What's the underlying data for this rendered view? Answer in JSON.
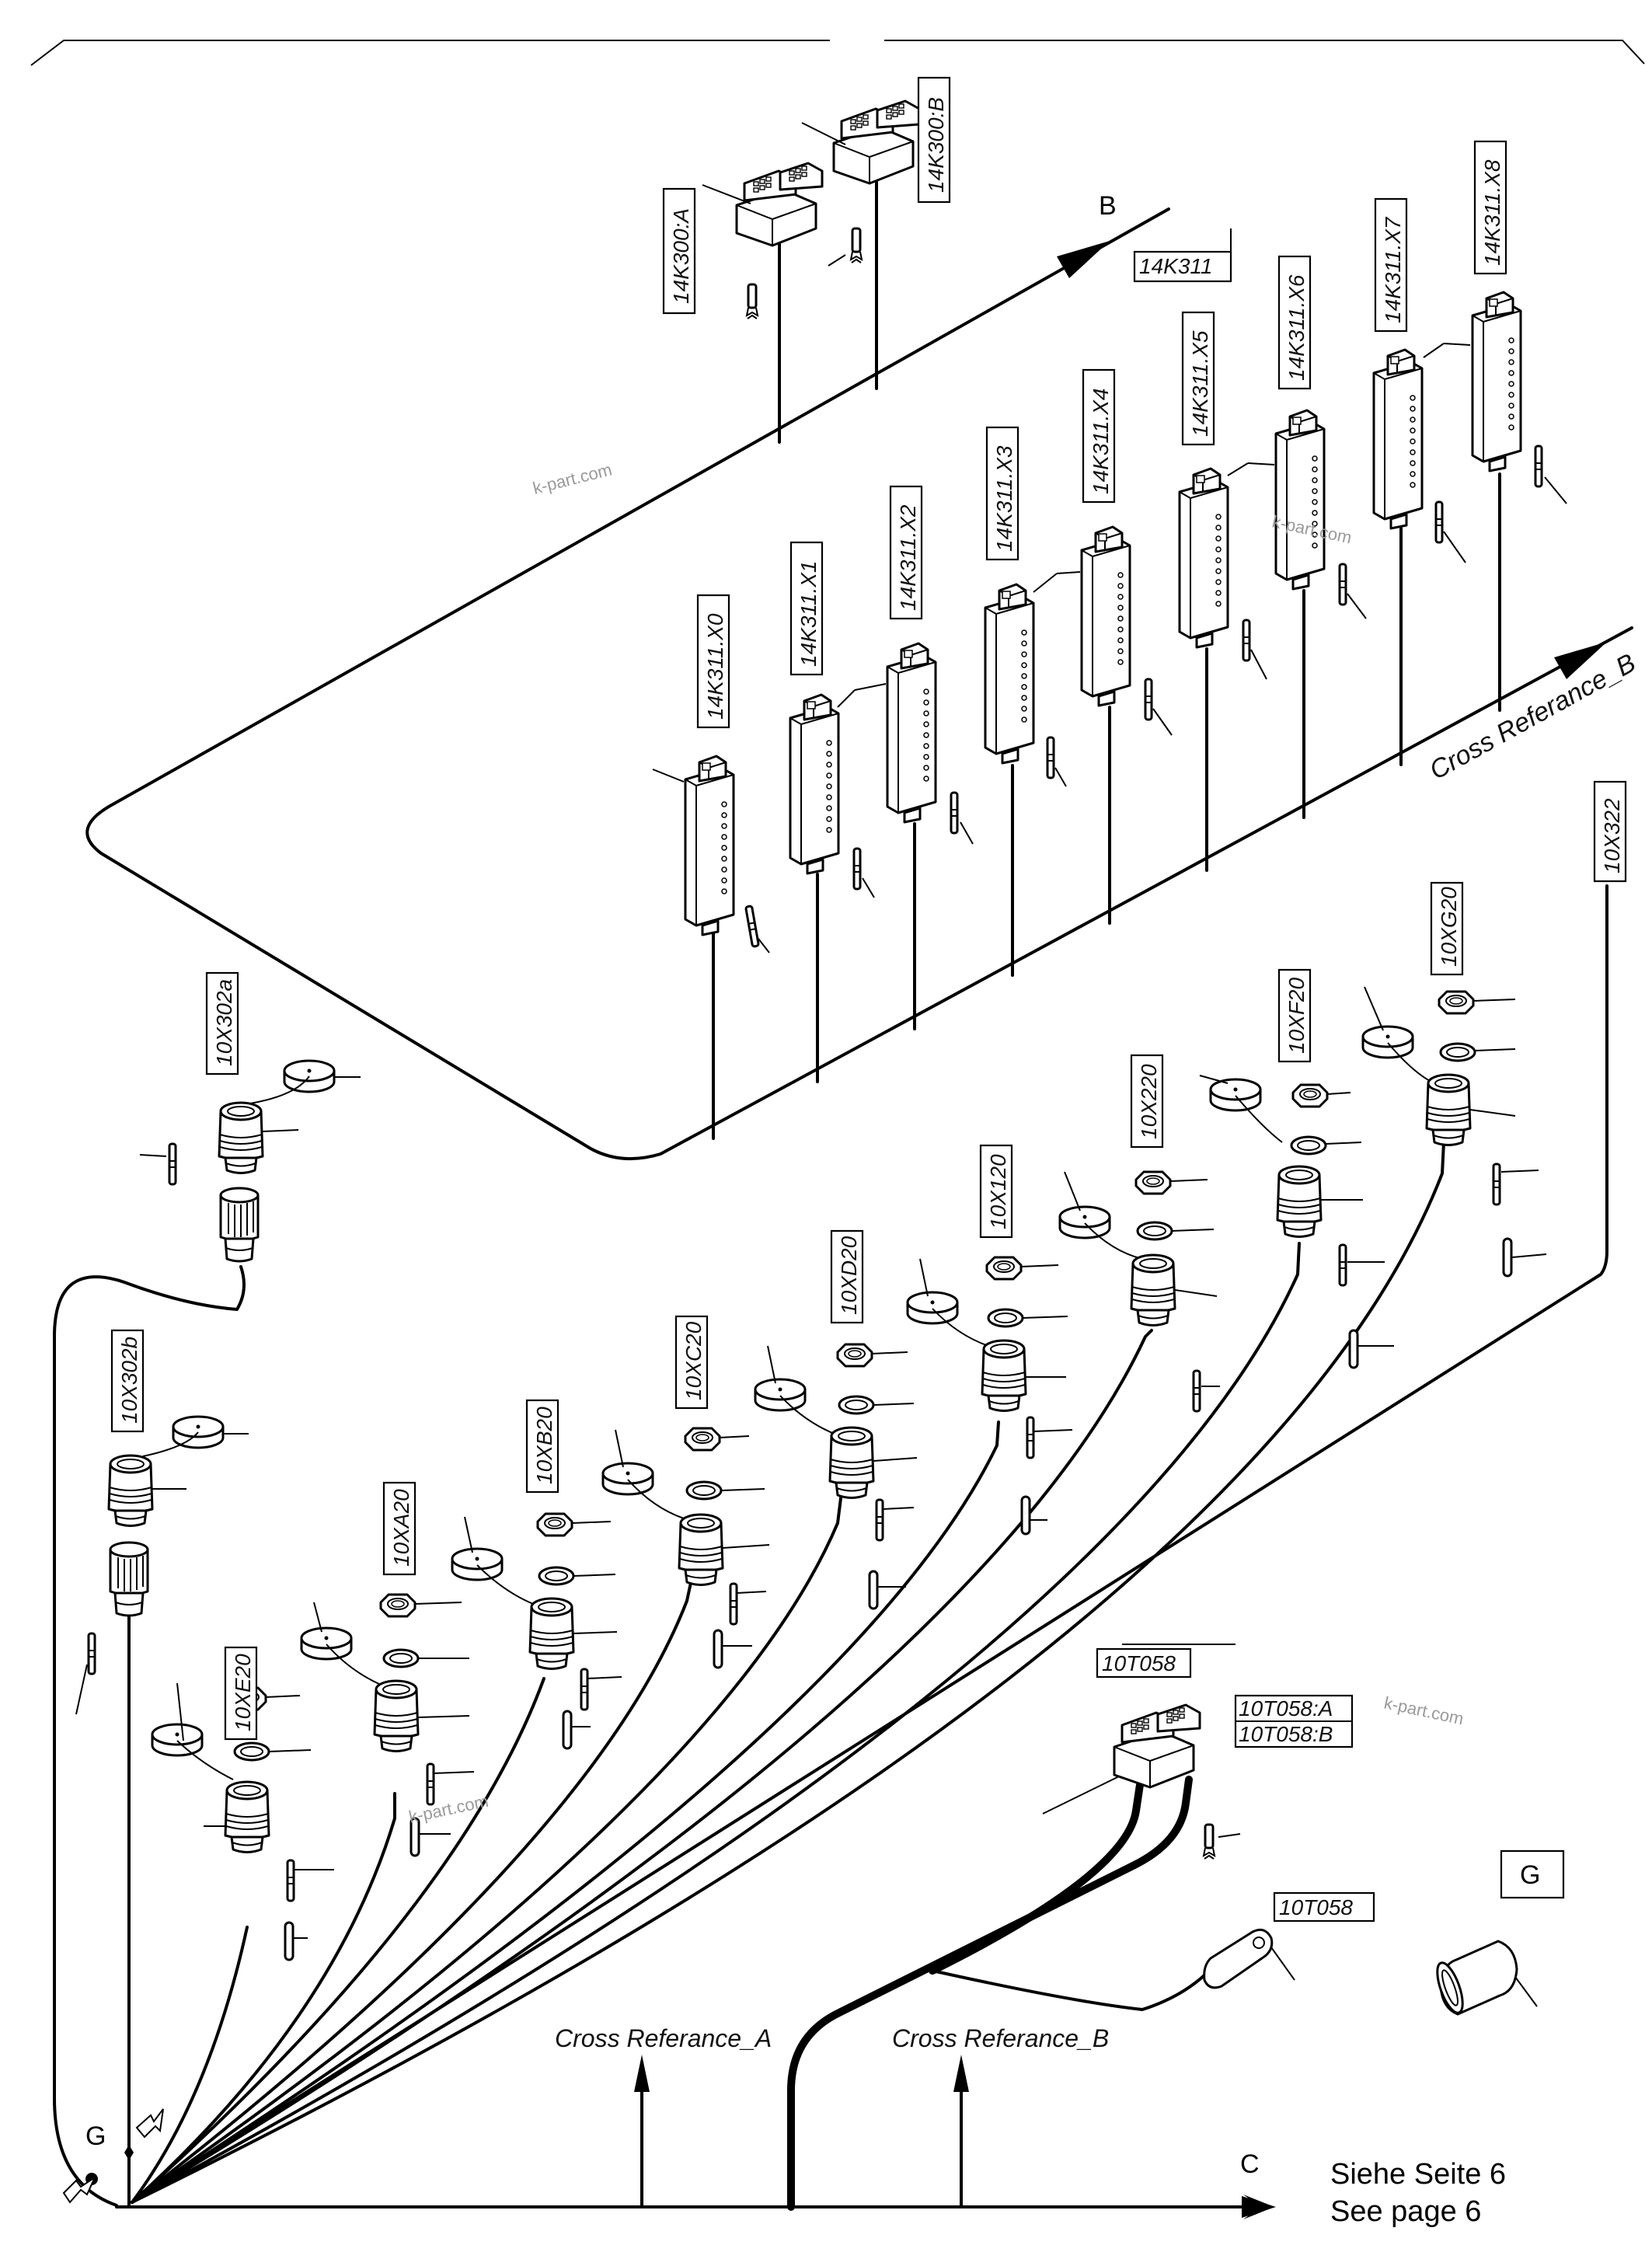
{
  "labels": {
    "k14K300A": "14K300:A",
    "k14K300B": "14K300:B",
    "k14K311": "14K311",
    "x0": "14K311.X0",
    "x1": "14K311.X1",
    "x2": "14K311.X2",
    "x3": "14K311.X3",
    "x4": "14K311.X4",
    "x5": "14K311.X5",
    "x6": "14K311.X6",
    "x7": "14K311.X7",
    "x8": "14K311.X8",
    "c10X302a": "10X302a",
    "c10X302b": "10X302b",
    "c10XE20": "10XE20",
    "c10XA20": "10XA20",
    "c10XB20": "10XB20",
    "c10XC20": "10XC20",
    "c10XD20": "10XD20",
    "c10X120": "10X120",
    "c10X220": "10X220",
    "c10XF20": "10XF20",
    "c10XG20": "10XG20",
    "c10X322": "10X322",
    "t10T058_top": "10T058",
    "t10T058A": "10T058:A",
    "t10T058B": "10T058:B",
    "t10T058_lug": "10T058"
  },
  "markers": {
    "B": "B",
    "C": "C",
    "G_left": "G",
    "G_box": "G"
  },
  "cross_ref_a": "Cross Referance_A",
  "cross_ref_b_bottom": "Cross Referance_B",
  "cross_ref_b_right": "Cross Referance_B",
  "note_de": "Siehe Seite 6",
  "note_en": "See page 6",
  "watermark": "k-part.com"
}
